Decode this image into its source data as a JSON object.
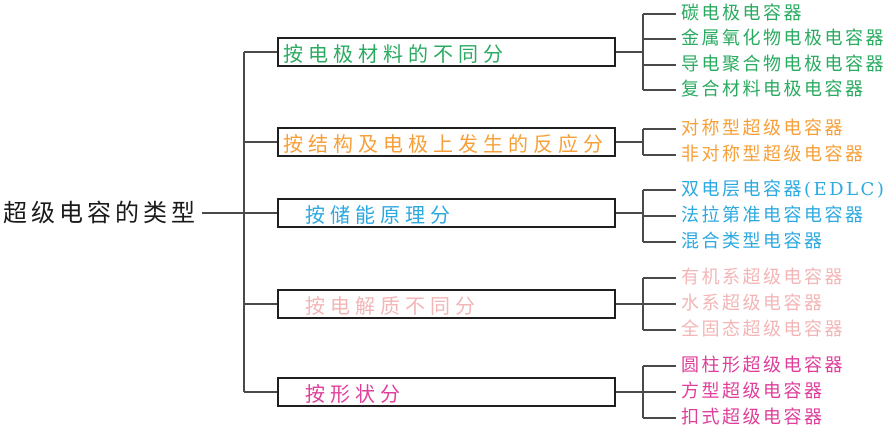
{
  "title": "超级电容的类型",
  "colors": {
    "background": "#ffffff",
    "line": "#4a4a4a",
    "box_border": "#1f1f1f",
    "root_text": "#1a1a1a"
  },
  "branches": [
    {
      "label": "按电极材料的不同分",
      "color": "#2bab61",
      "leaves": [
        "碳电极电容器",
        "金属氧化物电极电容器",
        "导电聚合物电极电容器",
        "复合材料电极电容器"
      ]
    },
    {
      "label": "按结构及电极上发生的反应分",
      "color": "#f7a03a",
      "leaves": [
        "对称型超级电容器",
        "非对称型超级电容器"
      ]
    },
    {
      "label": "按储能原理分",
      "color": "#2da9e1",
      "leaves": [
        "双电层电容器(EDLC)",
        "法拉第准电容电容器",
        "混合类型电容器"
      ]
    },
    {
      "label": "按电解质不同分",
      "color": "#f3b6b7",
      "leaves": [
        "有机系超级电容器",
        "水系超级电容器",
        "全固态超级电容器"
      ]
    },
    {
      "label": "按形状分",
      "color": "#df3f9b",
      "leaves": [
        "圆柱形超级电容器",
        "方型超级电容器",
        "扣式超级电容器"
      ]
    }
  ]
}
